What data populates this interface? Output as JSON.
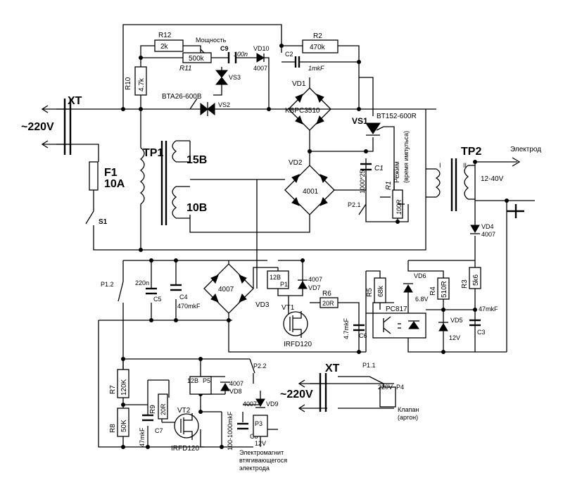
{
  "labels": {
    "xt_left": "XT",
    "mains_left": "~220V",
    "f1": "F1",
    "f1_rating": "10A",
    "s1": "S1",
    "r12": "R12",
    "r12_val": "2k",
    "power_label": "Мощность",
    "r11": "R11",
    "r11_val": "500k",
    "c9": "C9",
    "c9_val": "100n",
    "vd10": "VD10",
    "vd10_val": "4007",
    "r2": "R2",
    "r2_val": "470k",
    "c2": "C2",
    "c2_val": "1mkF",
    "r10": "R10",
    "r10_val": "4.7k",
    "vs3": "VS3",
    "vs2_part": "BTA26-600B",
    "vs2": "VS2",
    "vd1": "VD1",
    "vd1_part": "KBPC3510",
    "vs1": "VS1",
    "vs1_part": "BT152-600R",
    "tp1": "TP1",
    "sec15": "15В",
    "sec10": "10В",
    "vd2": "VD2",
    "vd2_part": "4001",
    "c1_val": "1000*25",
    "c1": "C1",
    "r1": "R1",
    "r1_val": "100R",
    "mode_label": "Режим",
    "mode_sub": "(время импульса)",
    "p21": "P2.1",
    "tp2": "TP2",
    "tp2_i": "I",
    "tp2_ii": "II",
    "electrode": "Электрод",
    "v1240": "12-40V",
    "vd4": "VD4",
    "vd4_val": "4007",
    "r3": "R3",
    "r3_val": "5k6",
    "c3": "C3",
    "c3_val": "47mkF",
    "vd5": "VD5",
    "vd5_val": "12V",
    "vd6": "VD6",
    "vd6_val": "6.8V",
    "r4": "R4",
    "r4_val": "510R",
    "pc817": "PC817",
    "r5": "R5",
    "r5_val": "68k",
    "c6": "C6",
    "c6_val": "4.7mkF",
    "r6": "R6",
    "r6_val": "20R",
    "vt1": "VT1",
    "vt1_part": "IRFD120",
    "p1_12v": "12В",
    "p1": "P1",
    "vd7": "VD7",
    "vd7_val": "4007",
    "vd3": "VD3",
    "vd3_val": "4007",
    "c4": "C4",
    "c4_val": "470mkF",
    "c5": "C5",
    "c5_val": "220n",
    "p12": "P1.2",
    "r7": "R7",
    "r7_val": "120K",
    "r8": "R8",
    "r8_val": "50K",
    "r9": "R9",
    "r9_val": "20R",
    "c7": "C7",
    "c7_val": "47mkF",
    "vt2": "VT2",
    "vt2_part": "IRFD120",
    "p5_12v": "12В",
    "p5": "P5",
    "vd8": "VD8",
    "vd8_val": "4007",
    "p22": "P2.2",
    "vd9": "VD9",
    "vd9_val": "4007",
    "c8": "C8",
    "c8_val": "100-1000mkF",
    "p3": "P3",
    "p3_12v": "12V",
    "magnet1": "Электромагнит",
    "magnet2": "втягивающегося",
    "magnet3": "электрода",
    "xt_right": "XT",
    "mains_right": "~220V",
    "p11": "P1.1",
    "p4_220v": "220V",
    "p4": "P4",
    "valve1": "Клапан",
    "valve2": "(аргон)"
  }
}
